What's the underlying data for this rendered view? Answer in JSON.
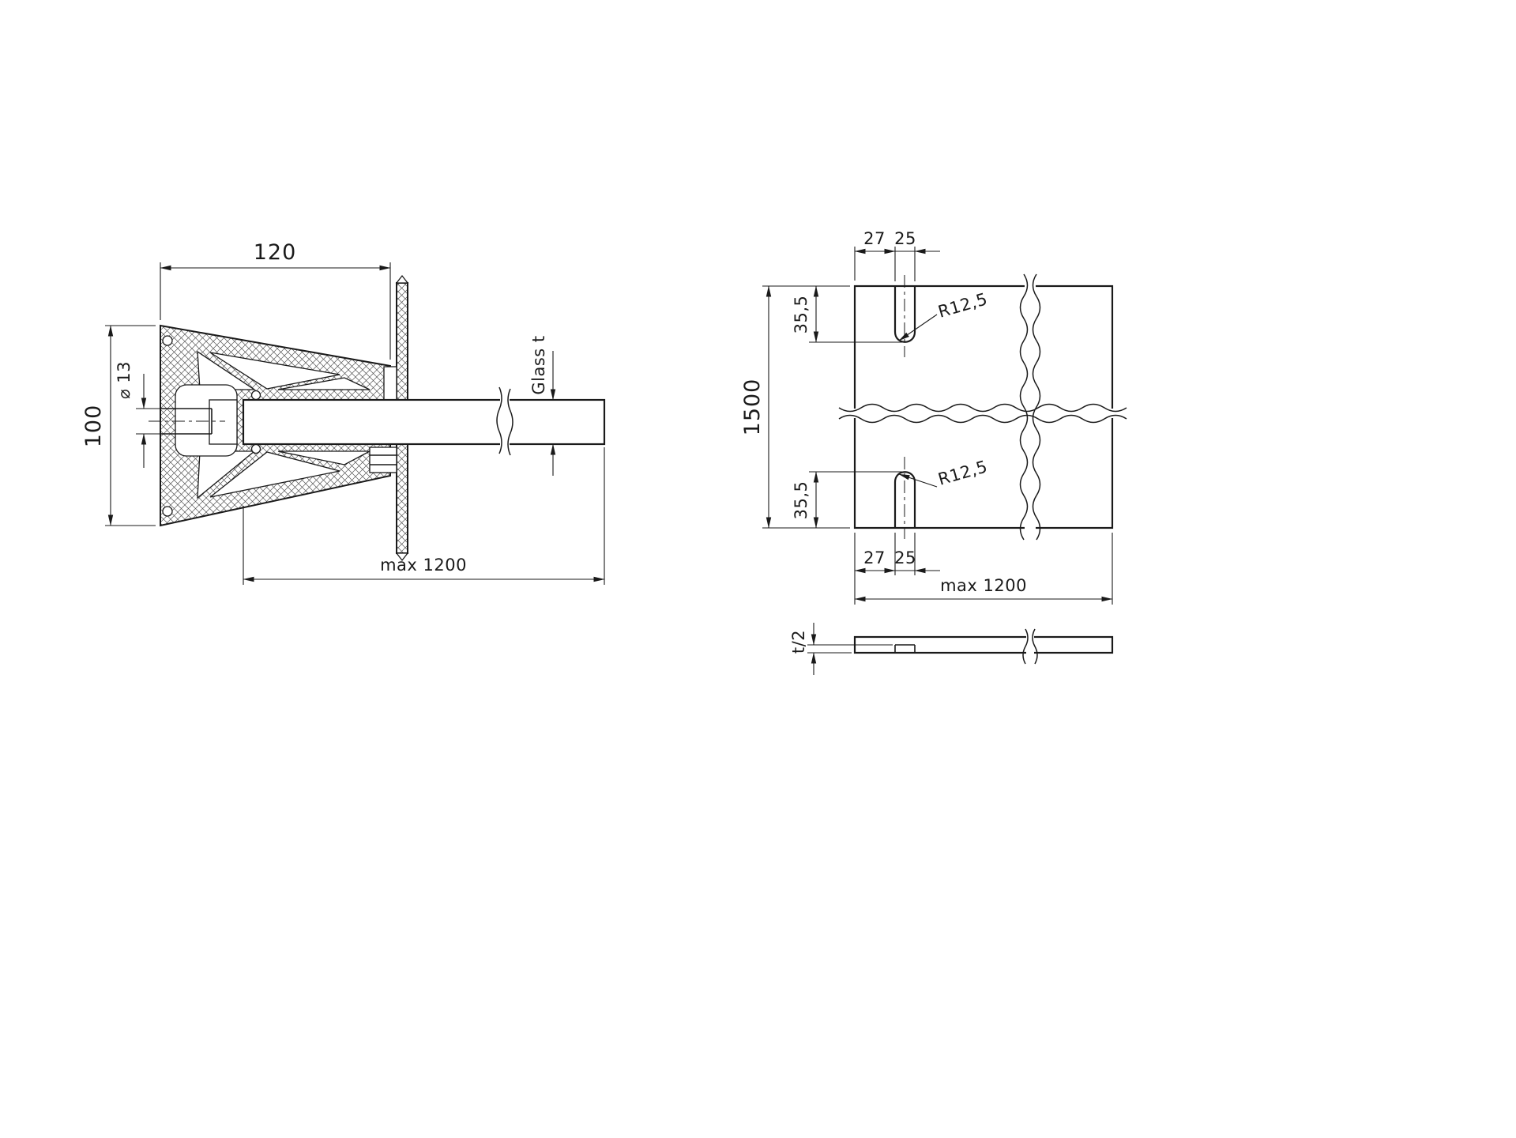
{
  "page": {
    "background": "#ffffff",
    "line_color": "#1a1a1a"
  },
  "section_view": {
    "width_dim": "120",
    "height_dim": "100",
    "hole_dim": "⌀ 13",
    "glass_label": "Glass t",
    "span_dim": "max 1200"
  },
  "elevation_view": {
    "top_edge_dist": "27",
    "top_slot_width": "25",
    "top_radius": "R12,5",
    "height_dim": "1500",
    "top_slot_depth": "35,5",
    "bottom_slot_depth": "35,5",
    "bottom_radius": "R12,5",
    "bottom_edge_dist": "27",
    "bottom_slot_width": "25",
    "span_dim": "max 1200"
  },
  "edge_view": {
    "half_thickness_dim": "t/2"
  }
}
